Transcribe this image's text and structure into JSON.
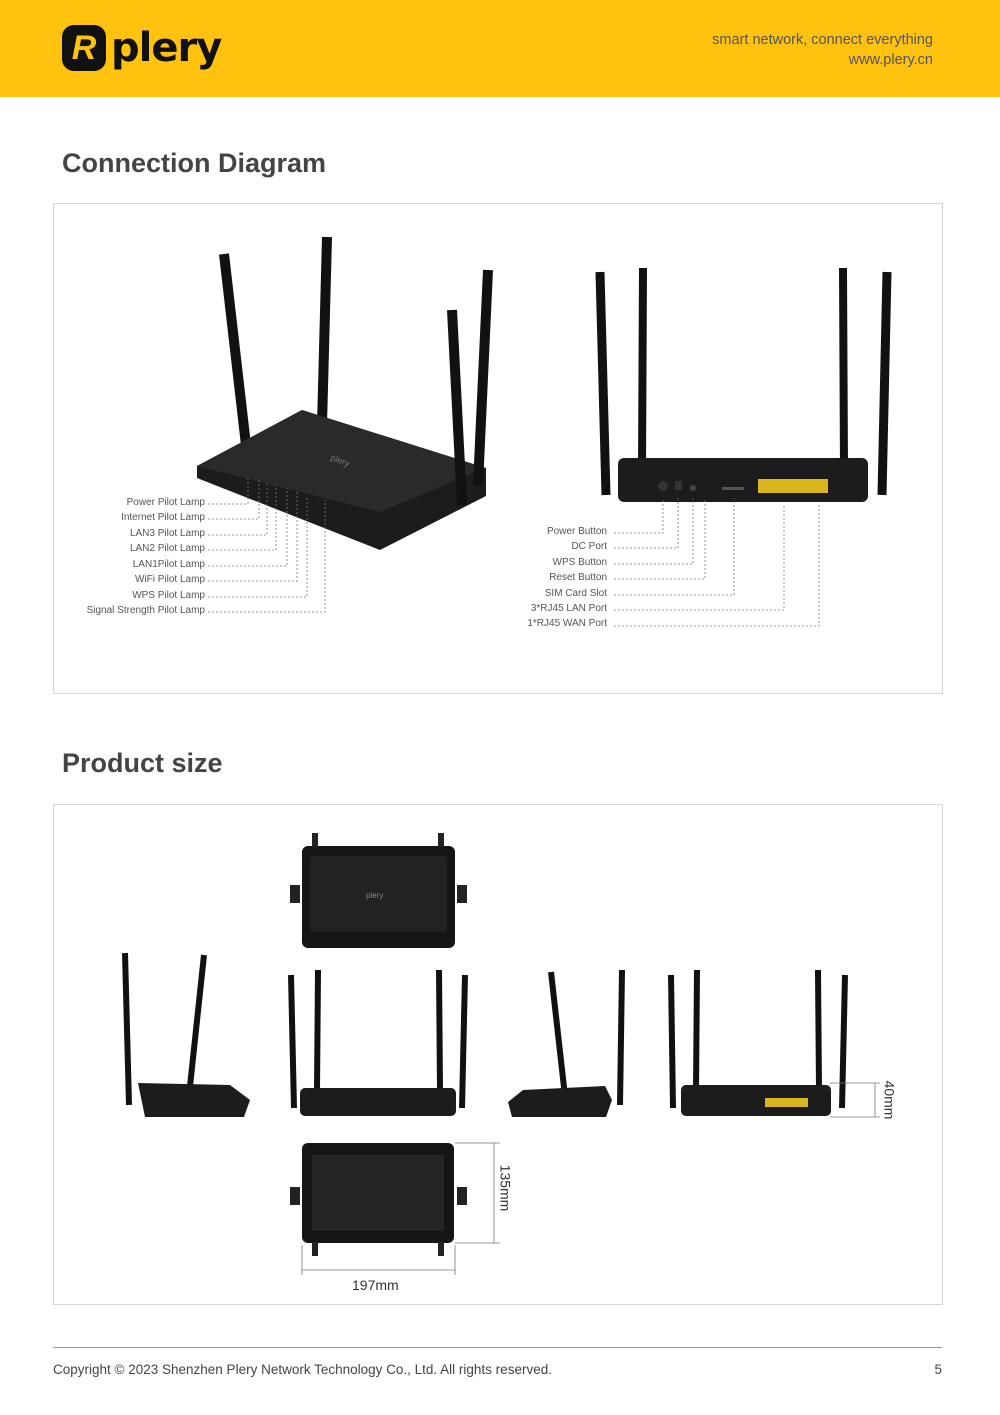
{
  "header": {
    "logo_mark": "R",
    "logo_text": "plery",
    "tagline": "smart network, connect everything",
    "website": "www.plery.cn",
    "brand_color": "#FFC20E"
  },
  "connection": {
    "title": "Connection Diagram",
    "front_labels": [
      "Power Pilot Lamp",
      "Internet Pilot Lamp",
      "LAN3 Pilot Lamp",
      "LAN2 Pilot Lamp",
      "LAN1Pilot Lamp",
      "WiFi Pilot Lamp",
      "WPS Pilot Lamp",
      "Signal Strength Pilot Lamp"
    ],
    "rear_labels": [
      "Power Button",
      "DC Port",
      "WPS Button",
      "Reset Button",
      "SIM Card Slot",
      "3*RJ45 LAN Port",
      "1*RJ45 WAN Port"
    ]
  },
  "size": {
    "title": "Product size",
    "height": "40mm",
    "depth": "135mm",
    "width": "197mm"
  },
  "footer": {
    "copyright": "Copyright © 2023 Shenzhen Plery Network Technology Co., Ltd. All rights reserved.",
    "page": "5"
  }
}
